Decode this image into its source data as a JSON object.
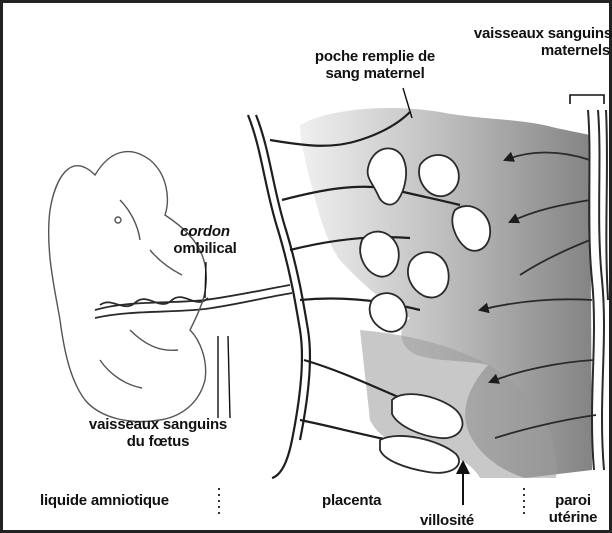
{
  "labels": {
    "maternal_blood_pocket": [
      "poche remplie de",
      "sang maternel"
    ],
    "maternal_vessels": [
      "vaisseaux sanguins",
      "maternels"
    ],
    "umbilical_cord": [
      "cordon",
      "ombilical"
    ],
    "fetal_vessels": [
      "vaisseaux sanguins",
      "du fœtus"
    ],
    "villus": "villosité"
  },
  "zones": {
    "amniotic_fluid": "liquide amniotique",
    "placenta": "placenta",
    "uterine_wall": [
      "paroi",
      "utérine"
    ]
  },
  "colors": {
    "ink": "#111111",
    "line": "#2a2a2a",
    "maternal_blood_dark": "#6e6e6e",
    "maternal_blood_light": "#cfcfcf",
    "villus_fill": "#ffffff"
  }
}
